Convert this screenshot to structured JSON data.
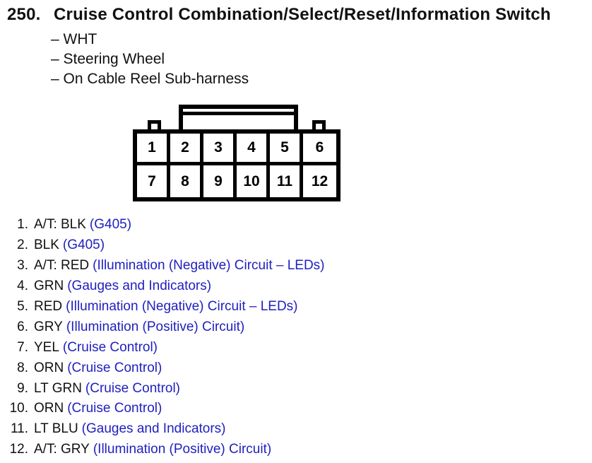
{
  "page": {
    "item_number": "250.",
    "title": "Cruise Control Combination/Select/Reset/Information Switch",
    "notes": [
      "– WHT",
      "– Steering Wheel",
      "– On Cable Reel Sub-harness"
    ]
  },
  "connector": {
    "description": "12-pin connector, 2 rows of 6, top latch and two index bumps",
    "pins": [
      "1",
      "2",
      "3",
      "4",
      "5",
      "6",
      "7",
      "8",
      "9",
      "10",
      "11",
      "12"
    ]
  },
  "pin_list": [
    {
      "num": "1.",
      "wire": "A/T: BLK",
      "circuit": "(G405)"
    },
    {
      "num": "2.",
      "wire": "BLK",
      "circuit": "(G405)"
    },
    {
      "num": "3.",
      "wire": "A/T: RED",
      "circuit": "(Illumination (Negative) Circuit – LEDs)"
    },
    {
      "num": "4.",
      "wire": "GRN",
      "circuit": "(Gauges and Indicators)"
    },
    {
      "num": "5.",
      "wire": "RED",
      "circuit": "(Illumination (Negative) Circuit – LEDs)"
    },
    {
      "num": "6.",
      "wire": "GRY",
      "circuit": "(Illumination (Positive) Circuit)"
    },
    {
      "num": "7.",
      "wire": "YEL",
      "circuit": "(Cruise Control)"
    },
    {
      "num": "8.",
      "wire": "ORN",
      "circuit": "(Cruise Control)"
    },
    {
      "num": "9.",
      "wire": "LT GRN",
      "circuit": "(Cruise Control)"
    },
    {
      "num": "10.",
      "wire": "ORN",
      "circuit": "(Cruise Control)"
    },
    {
      "num": "11.",
      "wire": "LT BLU",
      "circuit": "(Gauges and Indicators)"
    },
    {
      "num": "12.",
      "wire": "A/T: GRY",
      "circuit": "(Illumination (Positive) Circuit)"
    }
  ],
  "colors": {
    "background": "#ffffff",
    "text": "#111111",
    "circuit_blue": "#2020c0",
    "diagram_stroke": "#000000"
  }
}
